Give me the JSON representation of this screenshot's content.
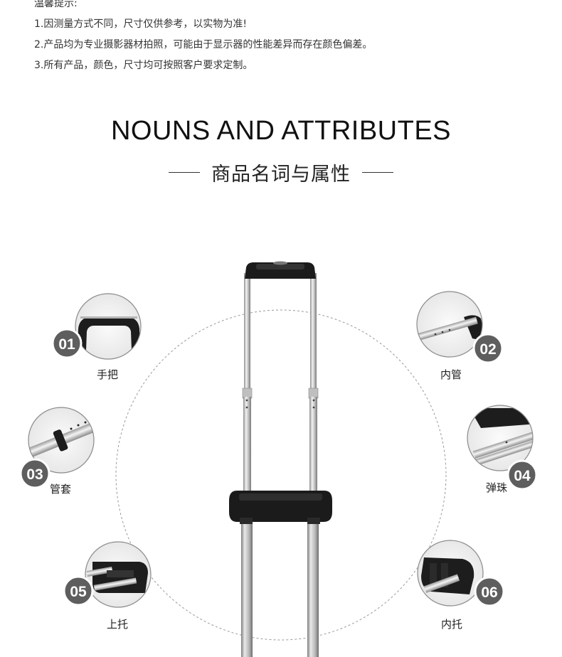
{
  "notice": {
    "heading": "温馨提示:",
    "items": [
      "1.因测量方式不同，尺寸仅供参考，以实物为准!",
      "2.产品均为专业摄影器材拍照，可能由于显示器的性能差异而存在颜色偏差。",
      "3.所有产品，颜色，尺寸均可按照客户要求定制。"
    ]
  },
  "title": {
    "en": "NOUNS AND ATTRIBUTES",
    "cn": "商品名词与属性"
  },
  "callouts": [
    {
      "number": "01",
      "label": "手把"
    },
    {
      "number": "02",
      "label": "内管"
    },
    {
      "number": "03",
      "label": "管套"
    },
    {
      "number": "04",
      "label": "弹珠"
    },
    {
      "number": "05",
      "label": "上托"
    },
    {
      "number": "06",
      "label": "内托"
    }
  ],
  "colors": {
    "badge": "#5e5e5e",
    "handle": "#1b1b1b",
    "metal": "#c9c9c9"
  }
}
